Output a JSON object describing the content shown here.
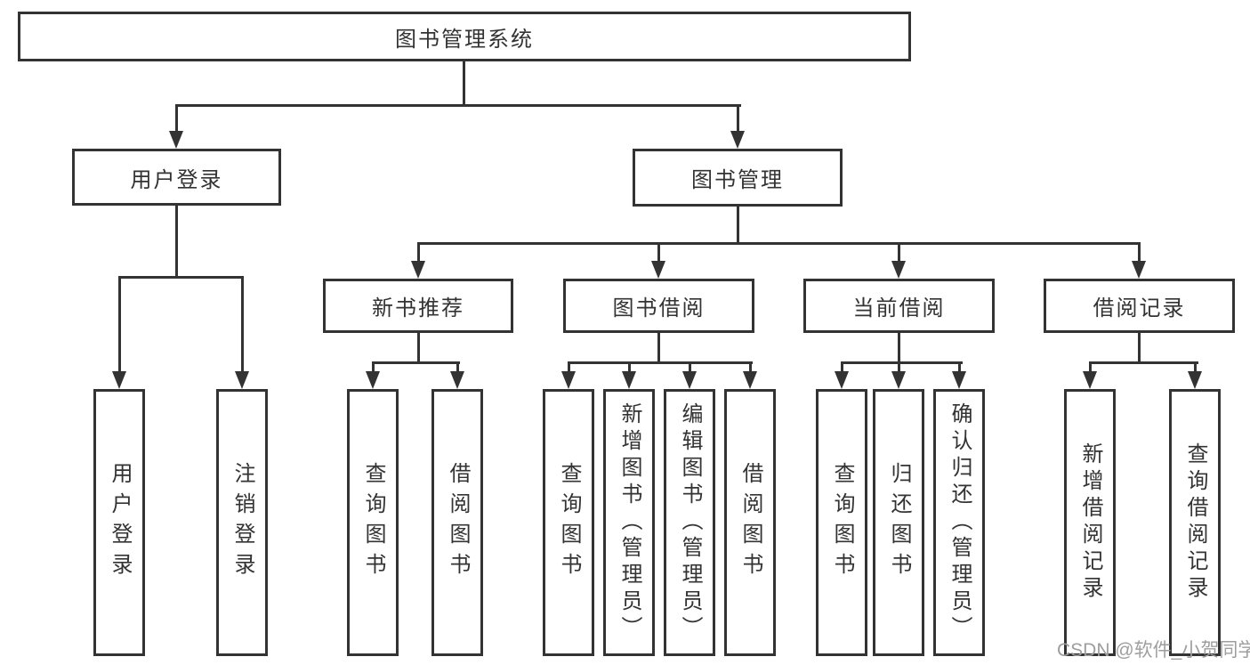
{
  "diagram": {
    "nodes": {
      "root": "图书管理系统",
      "user_login": "用户登录",
      "book_mgmt": "图书管理",
      "new_book": "新书推荐",
      "book_borrow": "图书借阅",
      "current_borrow": "当前借阅",
      "borrow_record": "借阅记录",
      "leaf_user_login": "用户登录",
      "leaf_logout": "注销登录",
      "leaf_nb_query": "查询图书",
      "leaf_nb_borrow": "借阅图书",
      "leaf_bb_query": "查询图书",
      "leaf_bb_add": "新增图书（管理员）",
      "leaf_bb_edit": "编辑图书（管理员）",
      "leaf_bb_borrow": "借阅图书",
      "leaf_cb_query": "查询图书",
      "leaf_cb_return": "归还图书",
      "leaf_cb_confirm": "确认归还（管理员）",
      "leaf_br_add": "新增借阅记录",
      "leaf_br_query": "查询借阅记录"
    },
    "hierarchy": [
      {
        "parent": "图书管理系统",
        "children": [
          "用户登录",
          "图书管理"
        ]
      },
      {
        "parent": "用户登录",
        "children": [
          "用户登录",
          "注销登录"
        ]
      },
      {
        "parent": "图书管理",
        "children": [
          "新书推荐",
          "图书借阅",
          "当前借阅",
          "借阅记录"
        ]
      },
      {
        "parent": "新书推荐",
        "children": [
          "查询图书",
          "借阅图书"
        ]
      },
      {
        "parent": "图书借阅",
        "children": [
          "查询图书",
          "新增图书（管理员）",
          "编辑图书（管理员）",
          "借阅图书"
        ]
      },
      {
        "parent": "当前借阅",
        "children": [
          "查询图书",
          "归还图书",
          "确认归还（管理员）"
        ]
      },
      {
        "parent": "借阅记录",
        "children": [
          "新增借阅记录",
          "查询借阅记录"
        ]
      }
    ],
    "colors": {
      "line": "#333333",
      "background": "#ffffff",
      "watermark": "#9e9e9e"
    }
  },
  "watermark": {
    "text": "CSDN @软件_小贺同学"
  }
}
